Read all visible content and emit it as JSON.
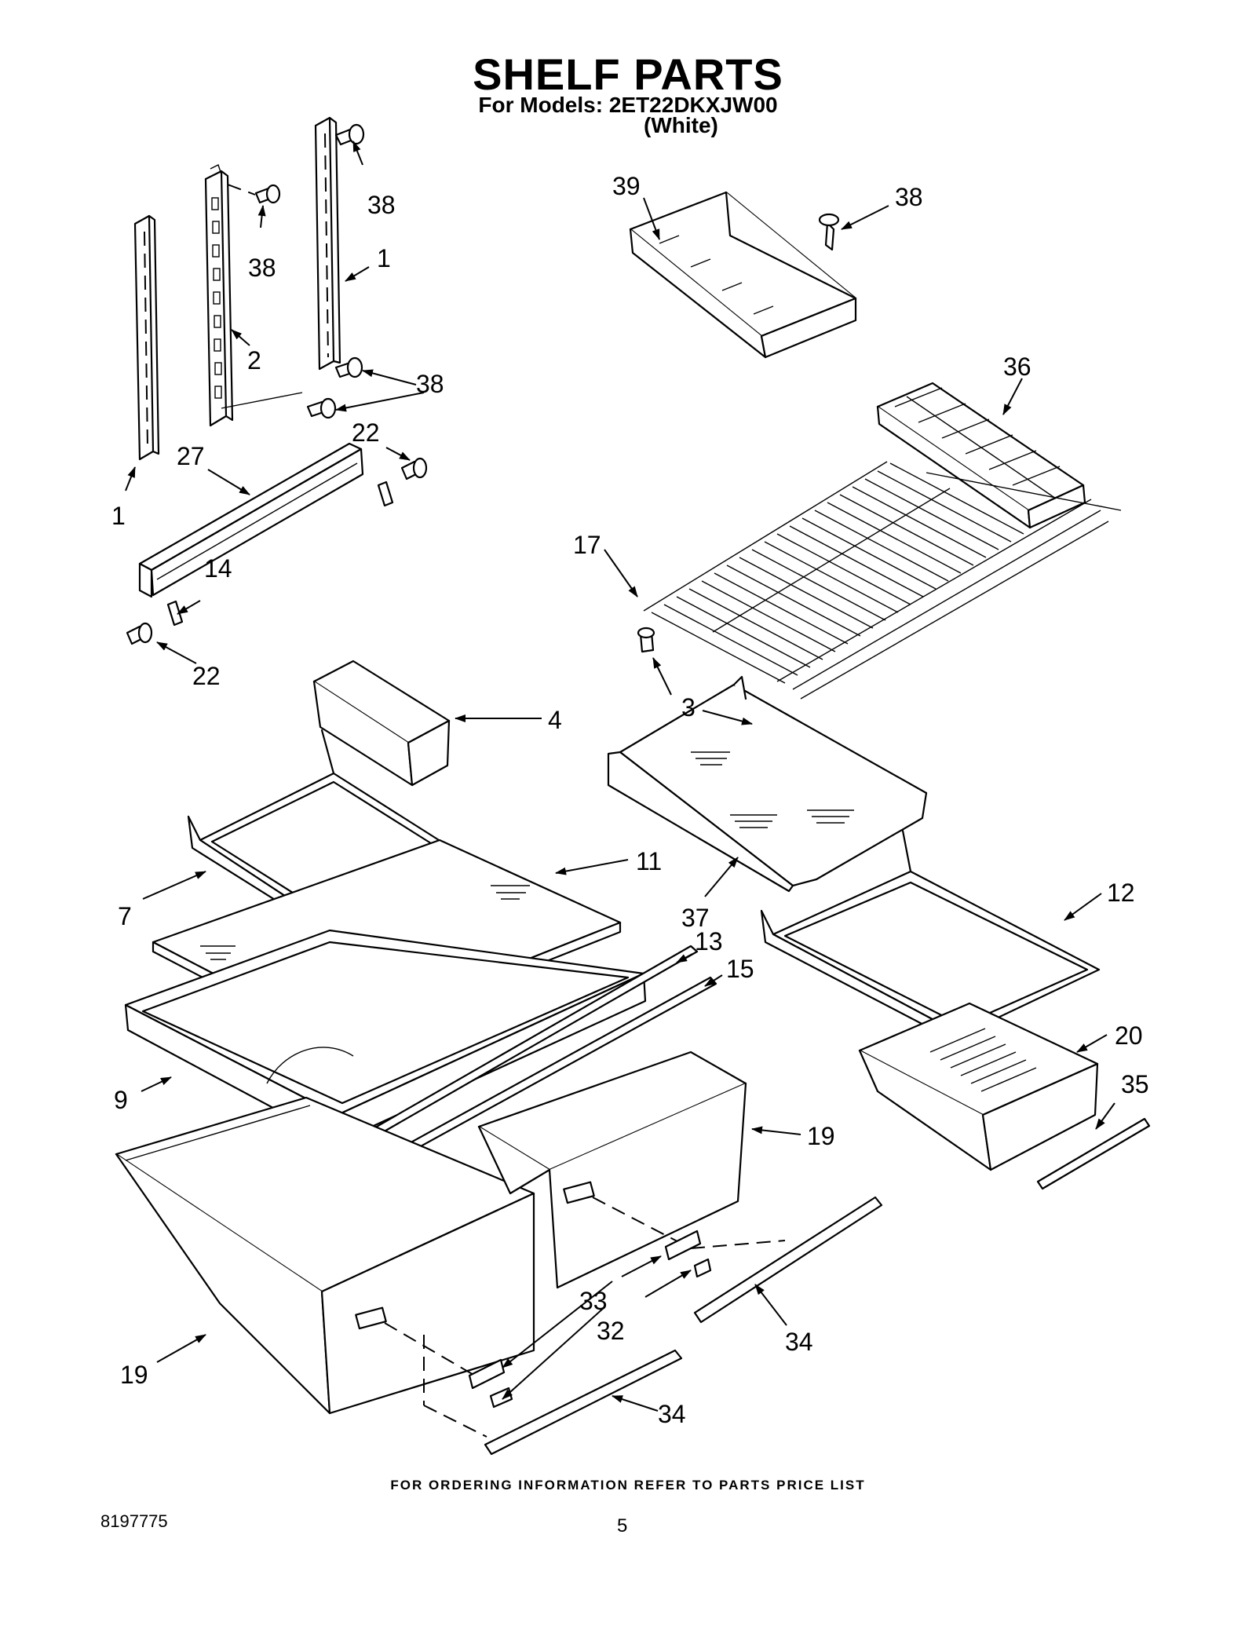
{
  "header": {
    "title": "SHELF PARTS",
    "subtitle": "For Models: 2ET22DKXJW00",
    "variant": "(White)"
  },
  "footer": {
    "note": "FOR ORDERING INFORMATION REFER TO PARTS PRICE LIST",
    "document_number": "8197775",
    "page_number": "5"
  },
  "callouts": {
    "c1a": "1",
    "c1b": "1",
    "c2": "2",
    "c3": "3",
    "c4": "4",
    "c7": "7",
    "c9": "9",
    "c11": "11",
    "c12": "12",
    "c13": "13",
    "c14": "14",
    "c15": "15",
    "c17": "17",
    "c19a": "19",
    "c19b": "19",
    "c20": "20",
    "c22a": "22",
    "c22b": "22",
    "c27": "27",
    "c32": "32",
    "c33": "33",
    "c34a": "34",
    "c34b": "34",
    "c35": "35",
    "c36": "36",
    "c37": "37",
    "c38a": "38",
    "c38b": "38",
    "c38c": "38",
    "c38d": "38",
    "c39": "39"
  }
}
